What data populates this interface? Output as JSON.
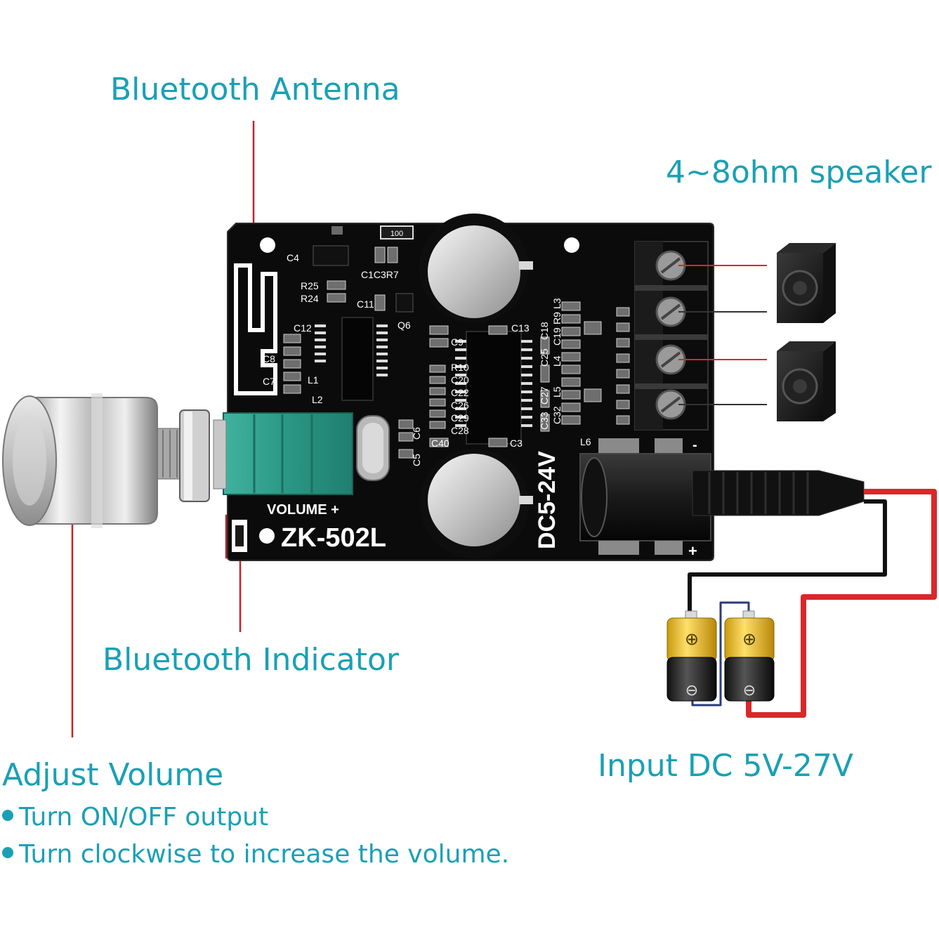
{
  "colors": {
    "label": "#1aa0b5",
    "leader": "#c0232a",
    "board": "#0a0a0a",
    "silk": "#ffffff",
    "potentiometer": "#2fa08e",
    "wire_red": "#d8282a",
    "wire_black": "#111111"
  },
  "labels": {
    "antenna": "Bluetooth Antenna",
    "speaker": "4~8ohm speaker",
    "indicator": "Bluetooth Indicator",
    "input": "Input DC 5V-27V",
    "volume": "Adjust Volume",
    "bullets": [
      "Turn ON/OFF output",
      "Turn clockwise to increase the volume."
    ]
  },
  "board": {
    "model": "ZK-502L",
    "volume_mark": "VOLUME +",
    "voltage_mark": "DC5-24V",
    "plus_mark": "+",
    "minus_mark": "-",
    "resistor_code": "100",
    "silk_labels": [
      "C4",
      "C1C3R7",
      "R25",
      "R24",
      "C11",
      "Q6",
      "C12",
      "C8",
      "C7",
      "L1",
      "L2",
      "C13",
      "C9",
      "R10",
      "C20",
      "C22",
      "C26",
      "C29",
      "C28",
      "C40",
      "C3",
      "C6",
      "C5",
      "C33",
      "C27",
      "C25",
      "C32",
      "L5",
      "L4",
      "C19",
      "R9",
      "L3",
      "C18",
      "L6"
    ]
  },
  "battery": {
    "plus_symbol": "⊕",
    "minus_symbol": "⊖",
    "count": 2
  },
  "icons": [
    "speaker-icon",
    "battery-icon",
    "knob-icon",
    "antenna-trace-icon"
  ]
}
